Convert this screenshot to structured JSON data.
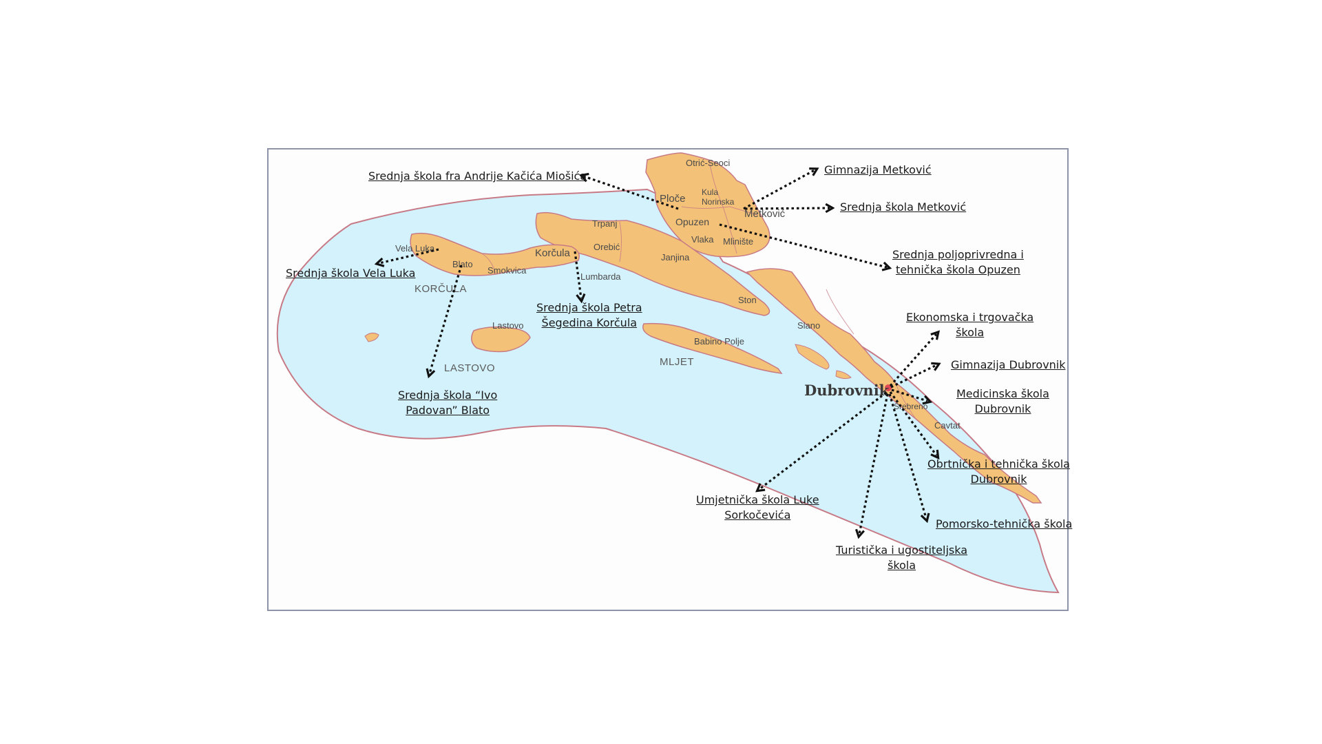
{
  "map": {
    "colors": {
      "sea": "#d4f2fb",
      "land": "#f3c177",
      "border": "#c77a86",
      "arrow": "#111111",
      "marker": "#e04a55"
    },
    "places": {
      "otric_seoci": "Otrić-Seoci",
      "ploce": "Ploče",
      "kula_norinska_1": "Kula",
      "kula_norinska_2": "Norinska",
      "metkovic": "Metković",
      "opuzen": "Opuzen",
      "vlaka": "Vlaka",
      "mliniste": "Mlinište",
      "trpanj": "Trpanj",
      "orebic": "Orebić",
      "janjina": "Janjina",
      "ston": "Ston",
      "slano": "Slano",
      "vela_luka": "Vela Luka",
      "blato": "Blato",
      "smokvica": "Smokvica",
      "korcula": "Korčula",
      "lumbarda": "Lumbarda",
      "lastovo": "Lastovo",
      "babino_polje": "Babino Polje",
      "dubrovnik": "Dubrovnik",
      "srebreno": "Srebreno",
      "cavtat": "Cavtat"
    },
    "regions": {
      "korcula": "KORČULA",
      "lastovo": "LASTOVO",
      "mljet": "MLJET"
    }
  },
  "schools": {
    "kacic": "Srednja škola fra Andrije Kačića Miošića",
    "gimnazija_metkovic": "Gimnazija Metković",
    "ss_metkovic": "Srednja škola Metković",
    "opuzen": [
      "Srednja poljoprivredna i",
      "tehnička škola Opuzen"
    ],
    "vela_luka": "Srednja škola Vela Luka",
    "korcula": [
      "Srednja škola Petra",
      "Šegedina Korčula"
    ],
    "blato": [
      "Srednja škola “Ivo",
      "Padovan” Blato"
    ],
    "ekonomska": [
      "Ekonomska i trgovačka",
      "škola"
    ],
    "gimnazija_dubrovnik": "Gimnazija Dubrovnik",
    "medicinska": [
      "Medicinska škola",
      "Dubrovnik"
    ],
    "obrtnicka": [
      "Obrtnička i tehnička škola",
      "Dubrovnik"
    ],
    "umjetnicka": [
      "Umjetnička škola Luke",
      "Sorkočevića"
    ],
    "pomorsko": "Pomorsko-tehnička škola",
    "turisticka": [
      "Turistička i ugostiteljska",
      "škola"
    ]
  }
}
